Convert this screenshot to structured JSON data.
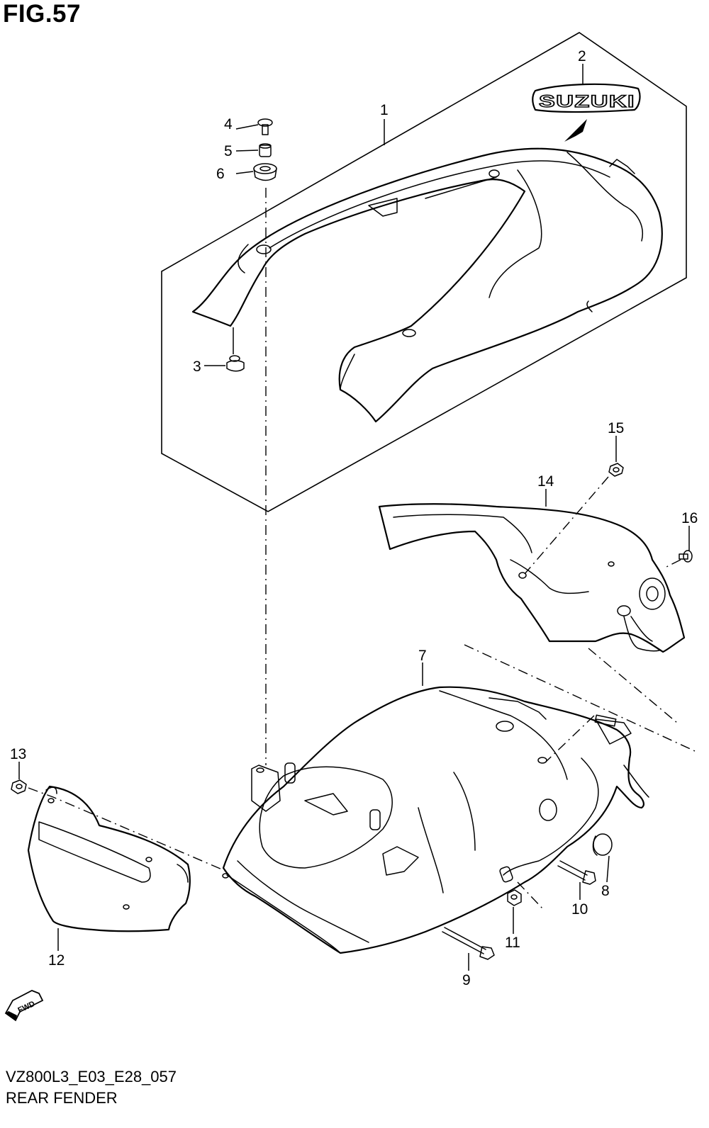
{
  "figure": {
    "title": "FIG.57",
    "code": "VZ800L3_E03_E28_057",
    "name": "REAR FENDER",
    "emblem_text": "SUZUKI",
    "fwd_label": "FWD"
  },
  "callouts": [
    "1",
    "2",
    "3",
    "4",
    "5",
    "6",
    "7",
    "8",
    "9",
    "10",
    "11",
    "12",
    "13",
    "14",
    "15",
    "16"
  ]
}
